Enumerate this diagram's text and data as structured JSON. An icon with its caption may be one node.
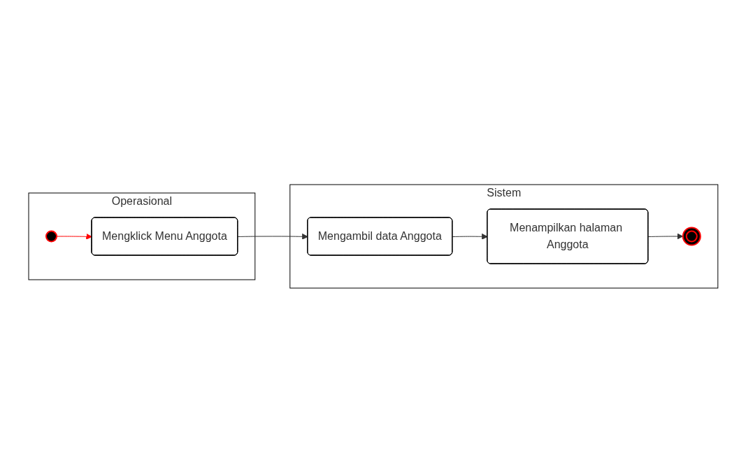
{
  "diagram": {
    "nodes": [
      {
        "text": [
          "Operasional"
        ]
      },
      {
        "text": [
          "Sistem"
        ]
      },
      {
        "text": [],
        "shape": "circle",
        "in": 0
      },
      {
        "text": [
          "Mengklick Menu Anggota"
        ],
        "in": 0
      },
      {
        "text": [
          "Mengambil data Anggota"
        ],
        "in": 1
      },
      {
        "text": [
          "Menampilkan halaman Anggota"
        ],
        "in": 1
      },
      {
        "text": [],
        "shape": "circle",
        "in": 1
      }
    ],
    "edges": [
      {
        "from": 2,
        "to": 3,
        "arrow": "to",
        "color": "#ff0000"
      },
      {
        "from": 3,
        "to": 4,
        "arrow": "to"
      },
      {
        "from": 4,
        "to": 5,
        "arrow": "to"
      },
      {
        "from": 5,
        "to": 6,
        "arrow": "to"
      }
    ]
  }
}
